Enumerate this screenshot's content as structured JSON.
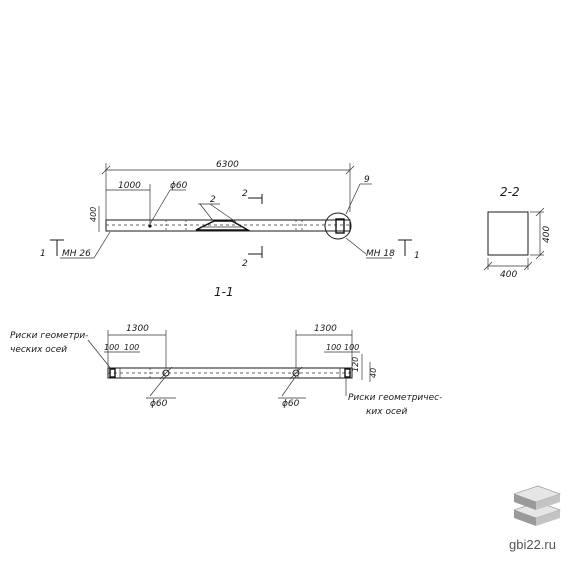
{
  "elevation": {
    "overall_length": "6300",
    "offset_1000": "1000",
    "hole_dia": "ϕ60",
    "left_height": "400",
    "callout_2": "2",
    "callout_9": "9",
    "section_mark": "2",
    "cut_mark": "1",
    "embed_left": "МН 26",
    "embed_right": "МН 18"
  },
  "section_2_2": {
    "title": "2-2",
    "width": "400",
    "height": "400"
  },
  "plan": {
    "title": "1-1",
    "dim_left": "1300",
    "dim_right": "1300",
    "small_left_a": "100",
    "small_left_b": "100",
    "small_right_a": "100",
    "small_right_b": "100",
    "vert_120": "120",
    "vert_40": "40",
    "hole_left": "ϕ60",
    "hole_right": "ϕ60",
    "note_left_line1": "Риски геометри-",
    "note_left_line2": "ческих осей",
    "note_right_line1": "Риски геометричес-",
    "note_right_line2": "ких осей"
  },
  "watermark": {
    "site": "gbi22.ru",
    "logo_colors": [
      "#9a9a9a",
      "#c4c4c4",
      "#e6e6e6"
    ]
  }
}
